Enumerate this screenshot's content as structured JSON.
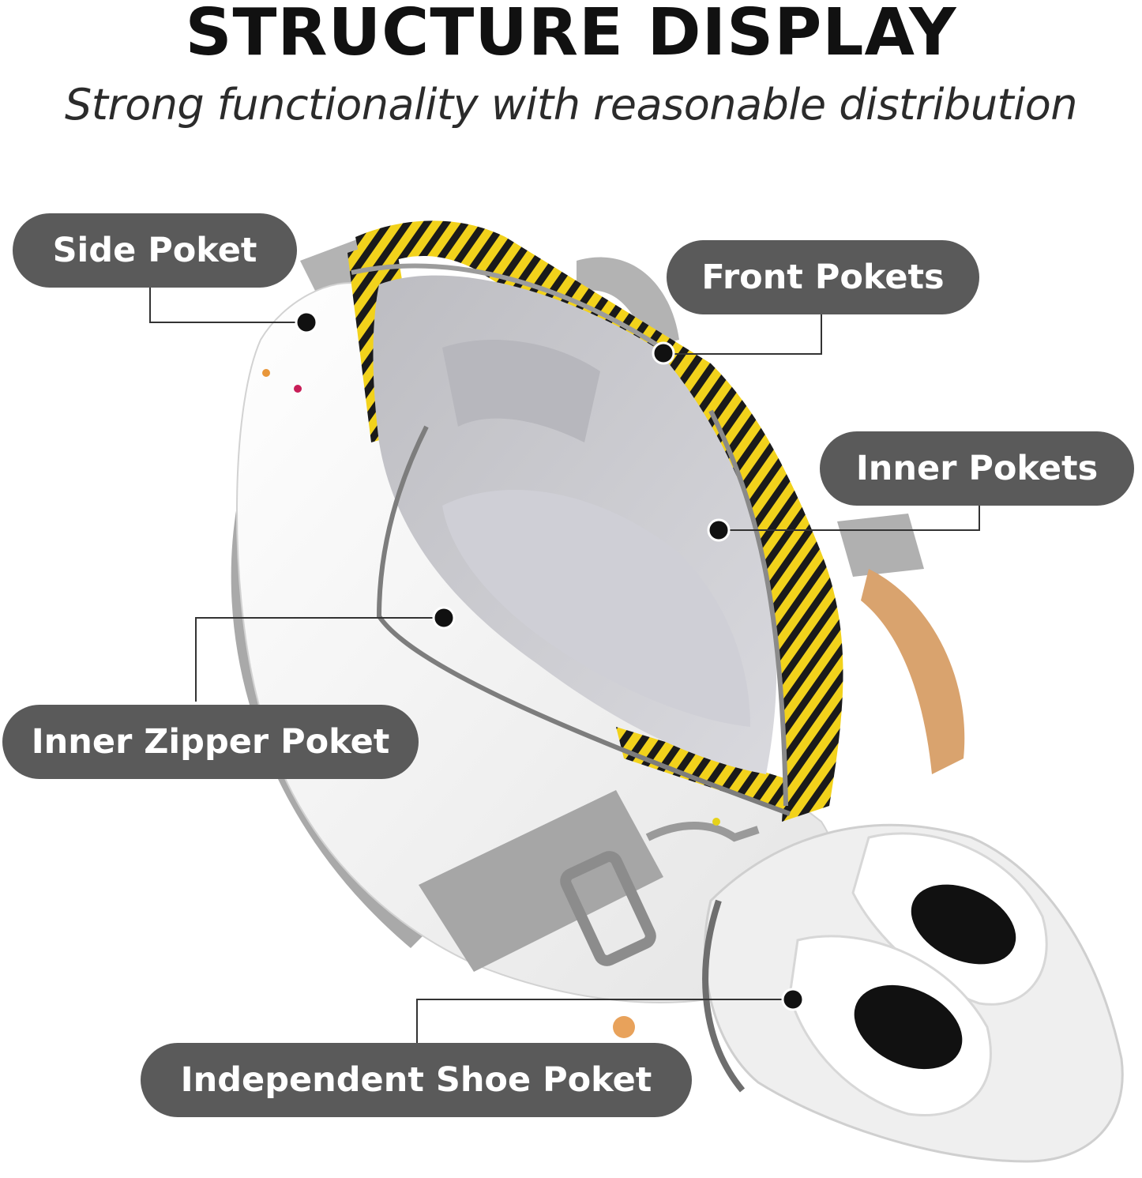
{
  "header": {
    "title": "STRUCTURE DISPLAY",
    "subtitle": "Strong functionality with reasonable distribution"
  },
  "callouts": {
    "side_pocket": "Side Poket",
    "front_pockets": "Front Pokets",
    "inner_pockets": "Inner Pokets",
    "inner_zipper_pocket": "Inner Zipper Poket",
    "shoe_pocket": "Independent Shoe Poket"
  },
  "colors": {
    "pill_background": "#5a5a5a",
    "stripe_yellow": "#f2d21b",
    "stripe_black": "#1a1a1a",
    "bag_body": "#f3f3f3",
    "strap_gray": "#a9a9a9"
  }
}
